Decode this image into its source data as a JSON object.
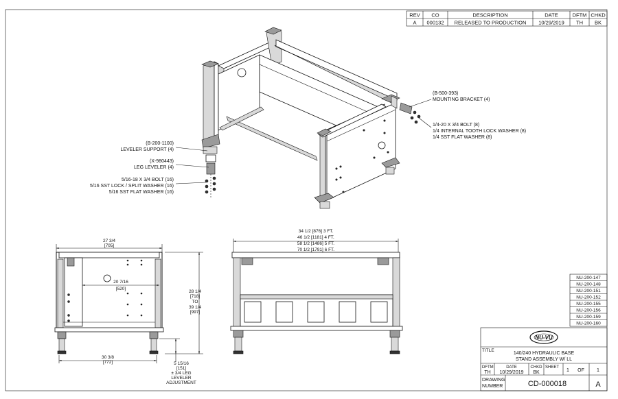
{
  "revision_block": {
    "headers": [
      "REV",
      "CO",
      "DESCRIPTION",
      "DATE",
      "DFTM",
      "CHKD"
    ],
    "row": [
      "A",
      "000132",
      "RELEASED TO PRODUCTION",
      "10/29/2019",
      "TH",
      "BK"
    ]
  },
  "callouts": {
    "mounting_bracket": [
      "(B-500-393)",
      "MOUNTING BRACKET (4)"
    ],
    "bolt_kit": [
      "1/4-20 X 3/4 BOLT (8)",
      "1/4 INTERNAL TOOTH LOCK WASHER (8)",
      "1/4 SST FLAT WASHER (8)"
    ],
    "leveler_support": [
      "(B-200-1100)",
      "LEVELER SUPPORT (4)"
    ],
    "leg_leveler": [
      "(X-980443)",
      "LEG LEVELER (4)"
    ],
    "leveler_hardware": [
      "5/16-18 X 3/4 BOLT (16)",
      "5/16 SST LOCK / SPLIT WASHER (16)",
      "5/16 SST FLAT WASHER (16)"
    ]
  },
  "side_view": {
    "top_width": [
      "27 3/4",
      "[705]"
    ],
    "mid_width": [
      "20 7/16",
      "[520]"
    ],
    "bottom_width": [
      "30 3/8",
      "[772]"
    ],
    "height": [
      "28 1/4",
      "[718]",
      "TO",
      "39 1/4",
      "[997]"
    ],
    "leveler_adjust": [
      "5 15/16",
      "[151]",
      "± 3/4 LEG",
      "LEVELER",
      "ADJUSTMENT"
    ]
  },
  "front_view": {
    "widths": [
      "34 1/2 [876] 3 FT.",
      "46 1/2 [1181] 4 FT.",
      "58 1/2 [1486] 5 FT.",
      "70 1/2 [1791] 6 FT."
    ]
  },
  "part_numbers": [
    "NU-200-147",
    "NU-200-148",
    "NU-200-151",
    "NU-200-152",
    "NU-200-155",
    "NU-200-156",
    "NU-200-159",
    "NU-200-160"
  ],
  "title_block": {
    "logo_text": "NU-VU",
    "title_label": "TITLE",
    "title_lines": [
      "140/240 HYDRAULIC BASE",
      "STAND ASSEMBLY W/ LL"
    ],
    "dftm_label": "DFTM",
    "dftm": "TH",
    "date_label": "DATE",
    "date": "10/29/2019",
    "chkd_label": "CHKD",
    "chkd": "BK",
    "sheet_label": "SHEET",
    "sheet": "1",
    "of_label": "OF",
    "of": "1",
    "drawing_label": [
      "DRAWING",
      "NUMBER"
    ],
    "drawing_number": "CD-000018",
    "rev": "A"
  }
}
